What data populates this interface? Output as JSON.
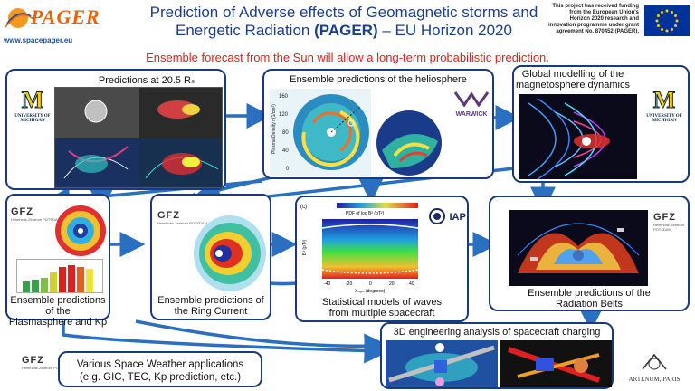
{
  "header": {
    "logo_text": "PAGER",
    "logo_url": "www.spacepager.eu",
    "title_line1": "Prediction of Adverse effects of Geomagnetic storms and",
    "title_line2_pre": "Energetic Radiation ",
    "title_line2_bold": "(PAGER)",
    "title_line2_post": " – EU Horizon 2020",
    "funding": "This project has received funding from the European Union's Horizon 2020 research and innovation programme under grant agreement No. 870452 (PAGER)."
  },
  "subtitle": "Ensemble forecast from the Sun will allow a long-term probabilistic prediction.",
  "panels": {
    "predictions_sun": {
      "title": "Predictions at 20.5 Rₛ",
      "logo": "UNIVERSITY OF MICHIGAN"
    },
    "heliosphere": {
      "title": "Ensemble predictions of the heliosphere",
      "logo": "WARWICK",
      "axis_label": "Plasma Density n(1/cm³)",
      "ticks": [
        "160",
        "120",
        "80",
        "40",
        "0"
      ]
    },
    "magnetosphere": {
      "title_line1": "Global modelling of the",
      "title_line2": "magnetosphere dynamics",
      "logo": "UNIVERSITY OF MICHIGAN"
    },
    "plasmasphere": {
      "title_line1": "Ensemble predictions of the",
      "title_line2": "Plasmasphere and Kp",
      "logo": "GFZ"
    },
    "ring_current": {
      "title_line1": "Ensemble predictions of",
      "title_line2": "the Ring Current",
      "logo": "GFZ"
    },
    "waves": {
      "title_line1": "Statistical models of waves",
      "title_line2": "from multiple spacecraft",
      "logo": "IAP",
      "panel_label": "(c)",
      "colorbar_label": "PDF of log B² (pT²)",
      "xaxis": "λₘₐₘ (degrees)",
      "xticks": [
        "-40",
        "-20",
        "0",
        "20",
        "40"
      ],
      "yaxis": "B² (pT²)"
    },
    "radiation": {
      "title_line1": "Ensemble predictions of the",
      "title_line2": "Radiation Belts",
      "logo": "GFZ"
    },
    "applications": {
      "title_line1": "Various Space Weather applications",
      "title_line2": "(e.g. GIC, TEC, Kp prediction, etc.)",
      "logo": "GFZ"
    },
    "charging": {
      "title": "3D engineering analysis of spacecraft charging",
      "logo": "ARTENUM, PARIS"
    }
  },
  "gfz_sub": "Helmholtz-Zentrum POTSDAM",
  "colors": {
    "border": "#1a3a80",
    "arrow": "#2a6fc0",
    "title": "#1a3f8f",
    "subtitle": "#e0201a"
  }
}
